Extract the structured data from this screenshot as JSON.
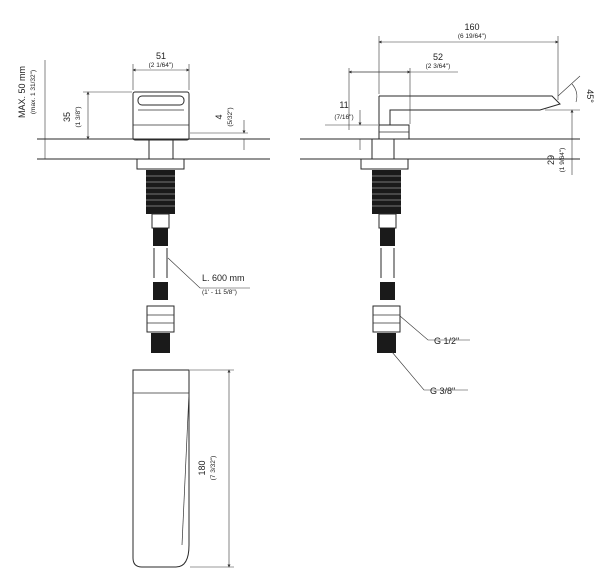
{
  "front_view": {
    "width_dim": {
      "value": "51",
      "sub": "(2 1/64\")"
    },
    "height_dim": {
      "value": "35",
      "sub": "(1 3/8\")"
    },
    "max_dim": {
      "value": "MAX. 50 mm",
      "sub": "(max. 1 31/32\")"
    },
    "plate_dim": {
      "value": "4",
      "sub": "(5/32\")"
    },
    "hose_dim": {
      "value": "L. 600 mm",
      "sub": "(1' - 11 5/8\")"
    }
  },
  "side_view": {
    "length_dim": {
      "value": "160",
      "sub": "(6 19/64\")"
    },
    "offset_dim": {
      "value": "52",
      "sub": "(2 3/64\")"
    },
    "spout_dim": {
      "value": "11",
      "sub": "(7/16\")"
    },
    "angle_dim": {
      "value": "45°"
    },
    "depth_dim": {
      "value": "29",
      "sub": "(1 9/64\")"
    },
    "thread_big": {
      "value": "G 1/2\""
    },
    "thread_small": {
      "value": "G 3/8\""
    }
  },
  "box_view": {
    "height_dim": {
      "value": "180",
      "sub": "(7 3/32\")"
    }
  }
}
